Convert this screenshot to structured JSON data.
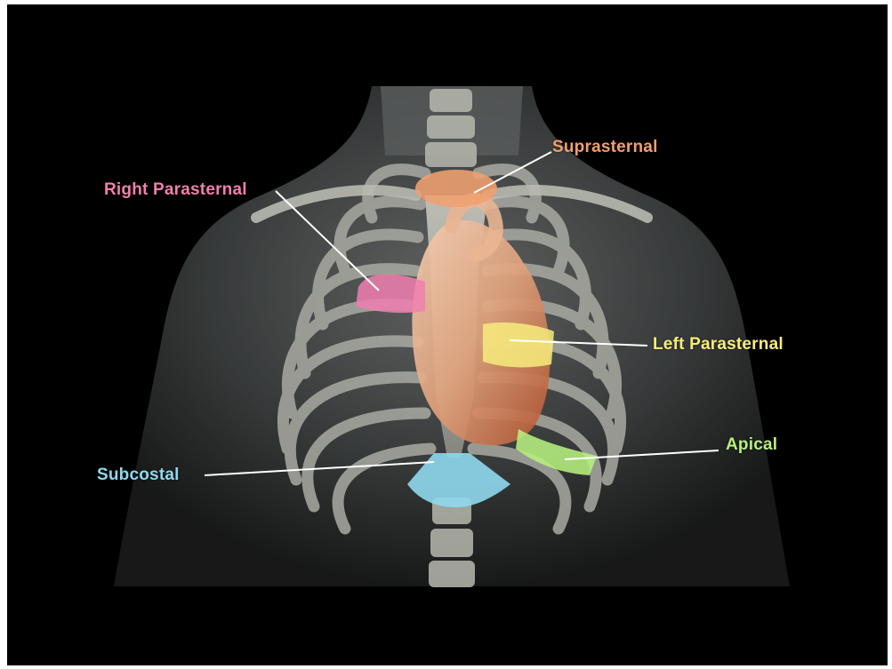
{
  "labels": {
    "suprasternal": "Suprasternal",
    "right_parasternal": "Right Parasternal",
    "left_parasternal": "Left Parasternal",
    "apical": "Apical",
    "subcostal": "Subcostal"
  },
  "colors": {
    "suprasternal": "#f0a070",
    "right_parasternal": "#f07fb0",
    "left_parasternal": "#f7ec7c",
    "apical": "#b6f07e",
    "subcostal": "#8fd8ee"
  },
  "icons": {
    "illustration": "chest-anatomy-illustration"
  }
}
